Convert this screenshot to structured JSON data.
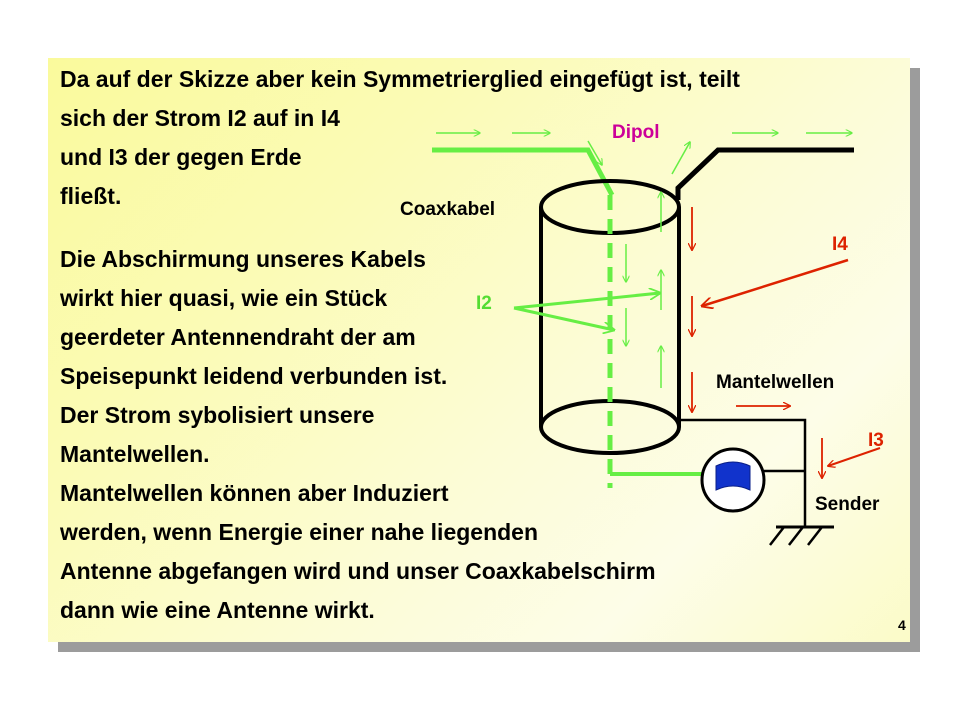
{
  "paragraph1": {
    "lines": [
      "Da auf der Skizze aber kein Symmetrierglied eingefügt ist, teilt",
      "sich der Strom I2 auf in I4",
      "und I3 der gegen Erde",
      "fließt."
    ]
  },
  "paragraph2": {
    "lines": [
      "Die Abschirmung unseres Kabels",
      "wirkt hier quasi, wie ein Stück",
      "geerdeter Antennendraht der am",
      "Speisepunkt leidend verbunden ist.",
      "Der Strom sybolisiert unsere",
      "Mantelwellen.",
      "Mantelwellen können aber Induziert",
      "werden, wenn Energie einer nahe liegenden",
      "Antenne abgefangen wird und unser Coaxkabelschirm",
      "dann wie eine Antenne wirkt."
    ]
  },
  "diagram": {
    "labels": {
      "dipol": "Dipol",
      "coaxkabel": "Coaxkabel",
      "i4": "I4",
      "i2": "I2",
      "mantelwellen": "Mantelwellen",
      "i3": "I3",
      "sender": "Sender"
    },
    "colors": {
      "green": "#66ee44",
      "red": "#dd2200",
      "magenta": "#cc0099",
      "flag": "#1133cc"
    }
  },
  "page_number": "4"
}
